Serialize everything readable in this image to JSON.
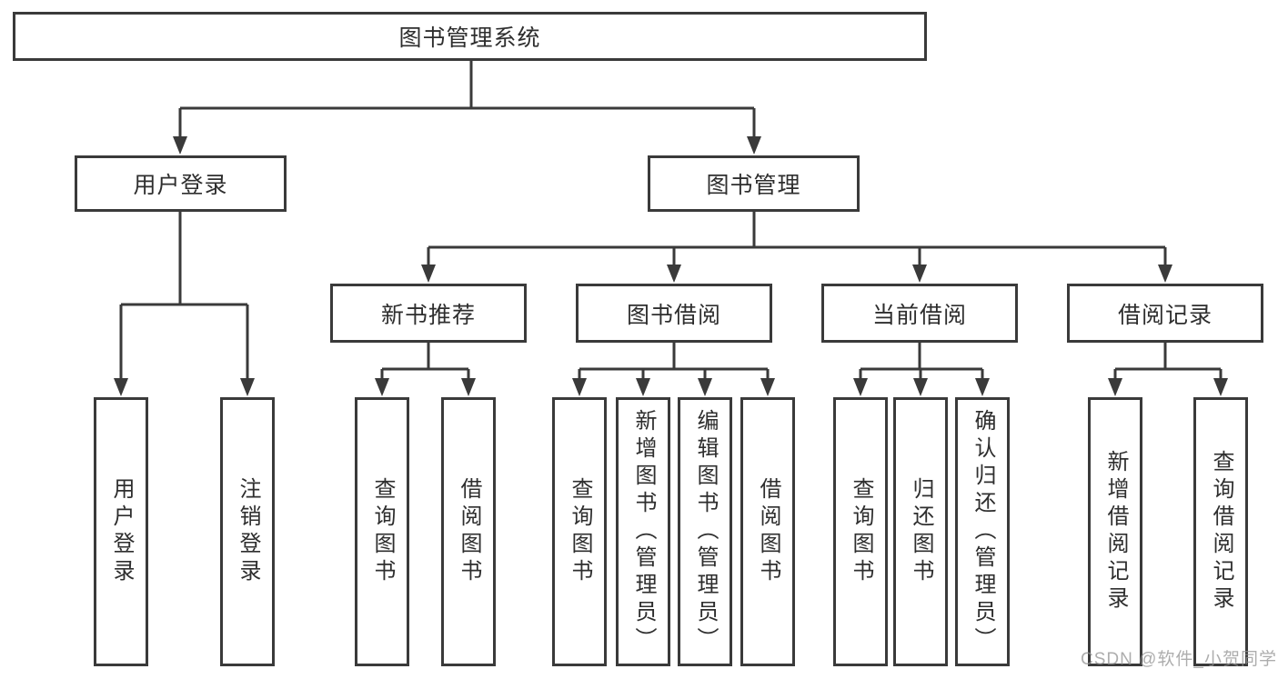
{
  "tree": {
    "label": "图书管理系统",
    "children": [
      {
        "label": "用户登录",
        "children": [
          {
            "label": "用户登录"
          },
          {
            "label": "注销登录"
          }
        ]
      },
      {
        "label": "图书管理",
        "children": [
          {
            "label": "新书推荐",
            "children": [
              {
                "label": "查询图书"
              },
              {
                "label": "借阅图书"
              }
            ]
          },
          {
            "label": "图书借阅",
            "children": [
              {
                "label": "查询图书"
              },
              {
                "label": "新增图书（管理员）"
              },
              {
                "label": "编辑图书（管理员）"
              },
              {
                "label": "借阅图书"
              }
            ]
          },
          {
            "label": "当前借阅",
            "children": [
              {
                "label": "查询图书"
              },
              {
                "label": "归还图书"
              },
              {
                "label": "确认归还（管理员）"
              }
            ]
          },
          {
            "label": "借阅记录",
            "children": [
              {
                "label": "新增借阅记录"
              },
              {
                "label": "查询借阅记录"
              }
            ]
          }
        ]
      }
    ]
  },
  "watermark": "CSDN @软件_小贺同学",
  "colors": {
    "line": "#3a3a3a",
    "box_border": "#3a3a3a",
    "text": "#2e2e2e",
    "watermark": "#919191",
    "background": "#ffffff"
  }
}
